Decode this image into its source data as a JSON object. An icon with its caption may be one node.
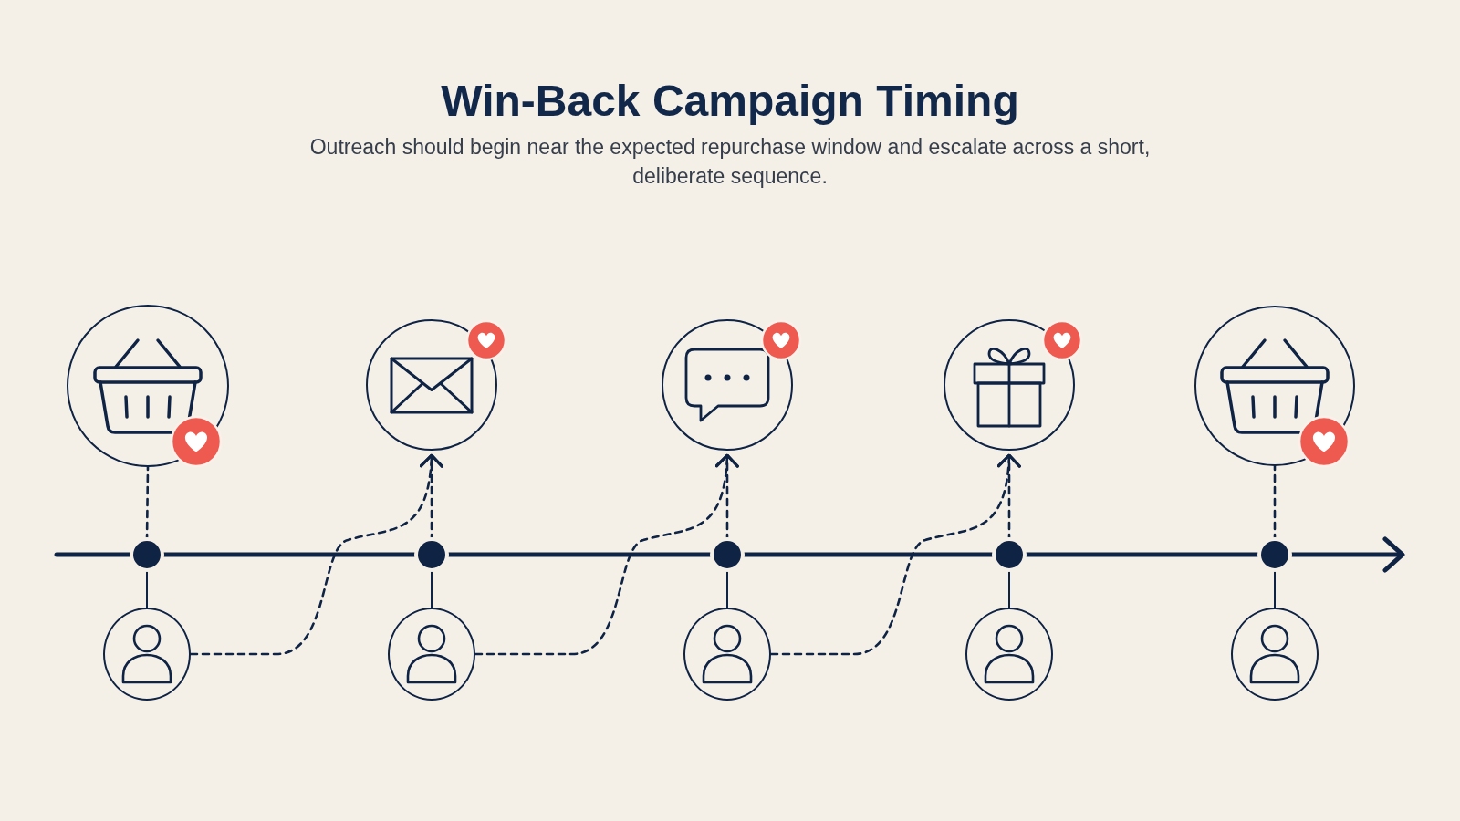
{
  "diagram": {
    "title": "Win-Back Campaign Timing",
    "nodes": [
      {
        "text": [],
        "shape": "circle"
      },
      {
        "text": [],
        "shape": "circle"
      },
      {
        "text": [],
        "shape": "circle"
      },
      {
        "text": [],
        "shape": "circle"
      },
      {
        "text": [],
        "shape": "circle"
      },
      {
        "text": [],
        "shape": "circle"
      },
      {
        "text": [],
        "shape": "circle"
      },
      {
        "text": [],
        "shape": "circle"
      },
      {
        "text": [],
        "shape": "circle"
      },
      {
        "text": [],
        "shape": "circle"
      },
      {
        "text": [],
        "shape": "circle"
      },
      {
        "text": [],
        "shape": "circle"
      },
      {
        "text": [],
        "shape": "circle"
      },
      {
        "text": [],
        "shape": "circle"
      },
      {
        "text": [],
        "shape": "circle"
      }
    ],
    "edges": [
      {
        "from": 5,
        "to": 0,
        "arrow": "none",
        "style": "dashed"
      },
      {
        "from": 5,
        "to": 10,
        "arrow": "none"
      },
      {
        "from": 6,
        "to": 1,
        "arrow": "to",
        "style": "dashed"
      },
      {
        "from": 6,
        "to": 11,
        "arrow": "none"
      },
      {
        "from": 7,
        "to": 2,
        "arrow": "to",
        "style": "dashed"
      },
      {
        "from": 7,
        "to": 12,
        "arrow": "none"
      },
      {
        "from": 8,
        "to": 3,
        "arrow": "to",
        "style": "dashed"
      },
      {
        "from": 8,
        "to": 13,
        "arrow": "none"
      },
      {
        "from": 9,
        "to": 4,
        "arrow": "none",
        "style": "dashed"
      },
      {
        "from": 9,
        "to": 14,
        "arrow": "none"
      },
      {
        "from": 10,
        "to": 1,
        "arrow": "to",
        "style": "dashed"
      },
      {
        "from": 11,
        "to": 2,
        "arrow": "to",
        "style": "dashed"
      },
      {
        "from": 12,
        "to": 3,
        "arrow": "to",
        "style": "dashed"
      }
    ],
    "labels": [
      "Outreach should begin near the expected repurchase window and escalate across a short, deliberate sequence."
    ]
  }
}
